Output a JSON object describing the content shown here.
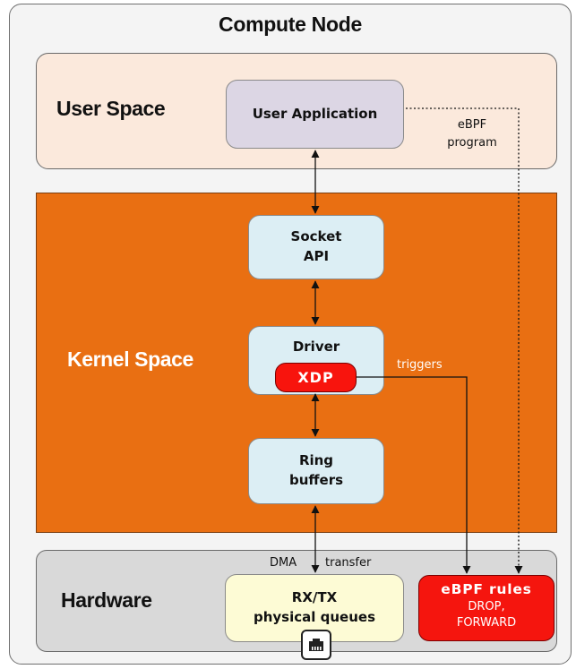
{
  "title": "Compute Node",
  "user_space": {
    "label": "User Space",
    "app": "User Application",
    "program_note": [
      "eBPF",
      "program"
    ]
  },
  "kernel_space": {
    "label": "Kernel Space",
    "socket": [
      "Socket",
      "API"
    ],
    "driver": "Driver",
    "xdp": "XDP",
    "ring": [
      "Ring",
      "buffers"
    ],
    "triggers": "triggers"
  },
  "hardware": {
    "label": "Hardware",
    "dma": "DMA",
    "transfer": "transfer",
    "queues": [
      "RX/TX",
      "physical queues"
    ],
    "ebpf_title": "eBPF rules",
    "ebpf_actions": [
      "DROP,",
      "FORWARD"
    ],
    "port_icon": "ethernet-port-icon"
  },
  "colors": {
    "kernel": "#e96f12",
    "user": "#fbe9dc",
    "hardware": "#d9d9d9",
    "alert": "#f5150e"
  }
}
